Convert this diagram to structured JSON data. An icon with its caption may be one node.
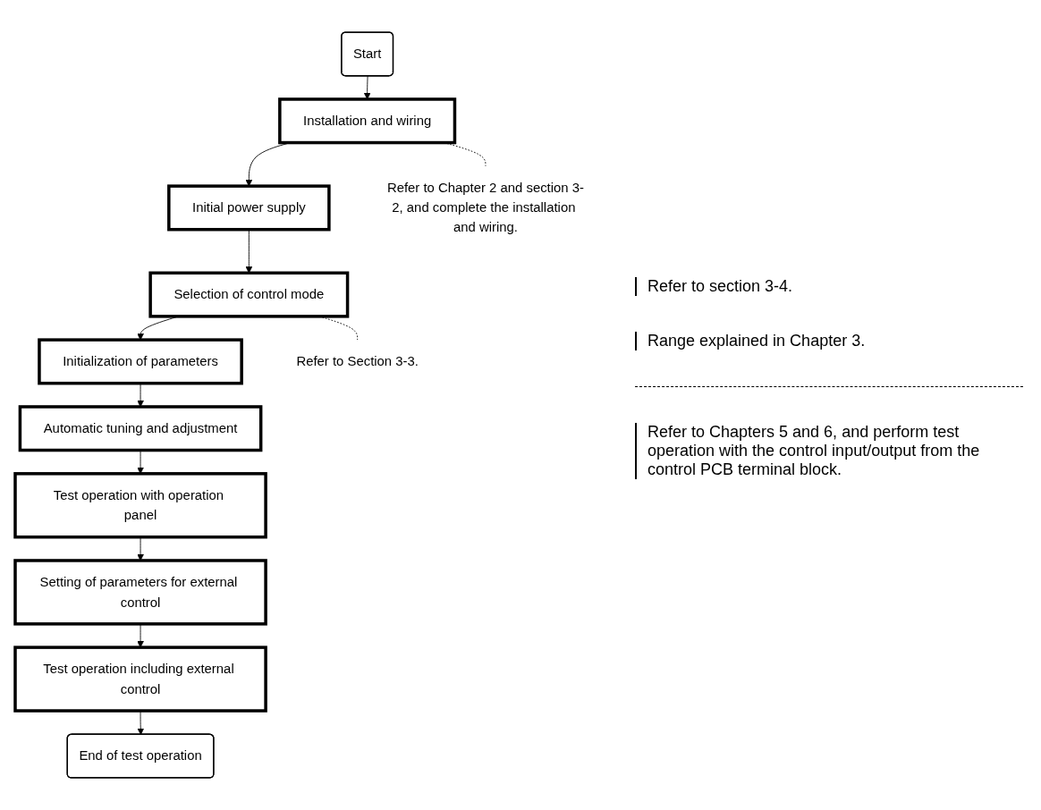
{
  "diagram": {
    "nodes": [
      {
        "text": [
          "Start"
        ]
      },
      {
        "text": [
          "Installation and wiring"
        ]
      },
      {
        "text": [
          "Initial power supply"
        ]
      },
      {
        "text": [
          "Selection of control mode"
        ]
      },
      {
        "text": [
          "Initialization of parameters"
        ]
      },
      {
        "text": [
          "Automatic tuning and adjustment"
        ]
      },
      {
        "text": [
          "Test operation with operation panel"
        ]
      },
      {
        "text": [
          "Setting of parameters for external control"
        ]
      },
      {
        "text": [
          "Test operation including external control"
        ]
      },
      {
        "text": [
          "End of test operation"
        ]
      },
      {
        "text": [
          "Refer to Chapter 2 and section 3-2, and complete the installation and wiring."
        ]
      },
      {
        "text": [
          "Refer to Section 3-3."
        ]
      }
    ],
    "edges": [
      {
        "from": 0,
        "to": 1,
        "arrow": "to"
      },
      {
        "from": 1,
        "to": 2,
        "arrow": "to"
      },
      {
        "from": 2,
        "to": 3,
        "arrow": "to"
      },
      {
        "from": 3,
        "to": 4,
        "arrow": "to"
      },
      {
        "from": 4,
        "to": 5,
        "arrow": "to"
      },
      {
        "from": 5,
        "to": 6,
        "arrow": "to"
      },
      {
        "from": 6,
        "to": 7,
        "arrow": "to"
      },
      {
        "from": 7,
        "to": 8,
        "arrow": "to"
      },
      {
        "from": 8,
        "to": 9,
        "arrow": "to"
      },
      {
        "from": 1,
        "to": 10,
        "arrow": "none",
        "style": "dashed"
      },
      {
        "from": 3,
        "to": 11,
        "arrow": "none",
        "style": "dashed"
      }
    ],
    "labels": [
      "Refer to section 3-4.",
      "Range explained in Chapter 3.",
      "Refer to Chapters 5 and 6, and perform test operation with the control input/output from the control PCB terminal block."
    ]
  }
}
